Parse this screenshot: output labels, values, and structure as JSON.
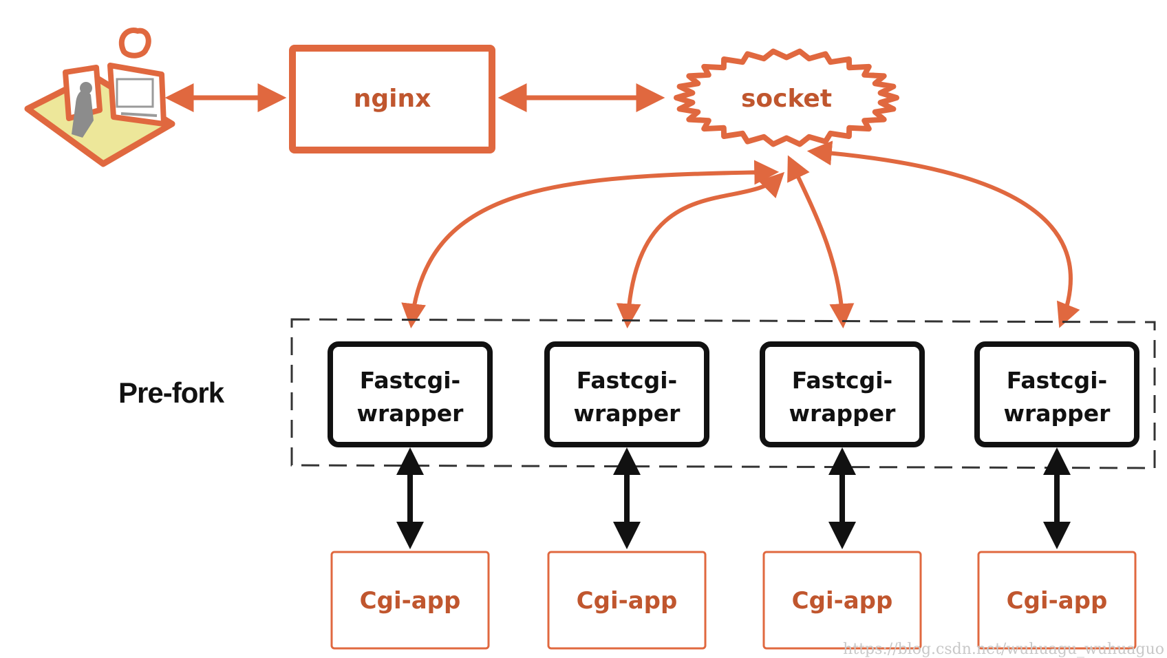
{
  "nodes": {
    "client": {
      "icon": "client-computer-icon"
    },
    "nginx": {
      "label": "nginx"
    },
    "socket": {
      "label": "socket"
    },
    "prefork_group": {
      "label": "Pre-fork"
    },
    "wrappers": [
      {
        "line1": "Fastcgi-",
        "line2": "wrapper"
      },
      {
        "line1": "Fastcgi-",
        "line2": "wrapper"
      },
      {
        "line1": "Fastcgi-",
        "line2": "wrapper"
      },
      {
        "line1": "Fastcgi-",
        "line2": "wrapper"
      }
    ],
    "apps": [
      {
        "label": "Cgi-app"
      },
      {
        "label": "Cgi-app"
      },
      {
        "label": "Cgi-app"
      },
      {
        "label": "Cgi-app"
      }
    ]
  },
  "edges": [
    {
      "from": "client",
      "to": "nginx",
      "direction": "bidirectional"
    },
    {
      "from": "nginx",
      "to": "socket",
      "direction": "bidirectional"
    },
    {
      "from": "socket",
      "to": "wrappers.0",
      "direction": "bidirectional"
    },
    {
      "from": "socket",
      "to": "wrappers.1",
      "direction": "bidirectional"
    },
    {
      "from": "socket",
      "to": "wrappers.2",
      "direction": "bidirectional"
    },
    {
      "from": "socket",
      "to": "wrappers.3",
      "direction": "bidirectional"
    },
    {
      "from": "wrappers.0",
      "to": "apps.0",
      "direction": "bidirectional"
    },
    {
      "from": "wrappers.1",
      "to": "apps.1",
      "direction": "bidirectional"
    },
    {
      "from": "wrappers.2",
      "to": "apps.2",
      "direction": "bidirectional"
    },
    {
      "from": "wrappers.3",
      "to": "apps.3",
      "direction": "bidirectional"
    }
  ],
  "colors": {
    "accent": "#e0683f",
    "accent_text": "#c0562e",
    "stroke_dark": "#111111",
    "client_fill": "#ede79a",
    "client_figure": "#8c8c8c"
  },
  "watermark": "https://blog.csdn.net/wuhuagu_wuhuaguo"
}
